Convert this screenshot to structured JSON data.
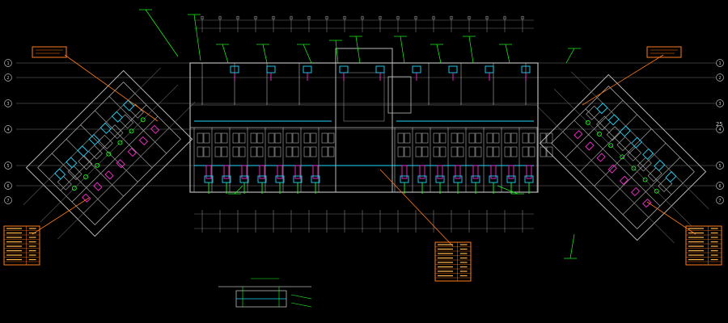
{
  "drawing": {
    "background": "#000000",
    "colors": {
      "wall": "#b8b8b8",
      "grid": "#8a8a8a",
      "annotation": "#19ff19",
      "water": "#1fd7ff",
      "fixture": "#ff2bd6",
      "leader": "#ff7a1a",
      "legend": "#ff7a1a",
      "legend_text": "#ffb24a"
    }
  },
  "axis_bubbles": {
    "left": [
      "1",
      "2",
      "3",
      "4",
      "5",
      "6",
      "7"
    ],
    "right": [
      "1",
      "2",
      "3",
      "4",
      "5",
      "6",
      "7"
    ],
    "right_side_label": "25"
  },
  "legends": {
    "top_left": {
      "lines": [
        "",
        "",
        ""
      ]
    },
    "top_right": {
      "lines": [
        "",
        "",
        ""
      ]
    },
    "bottom_left": {
      "rows": 8
    },
    "bottom_center": {
      "rows": 8
    },
    "bottom_right": {
      "rows": 8
    }
  },
  "detail_section": {
    "label": ""
  }
}
